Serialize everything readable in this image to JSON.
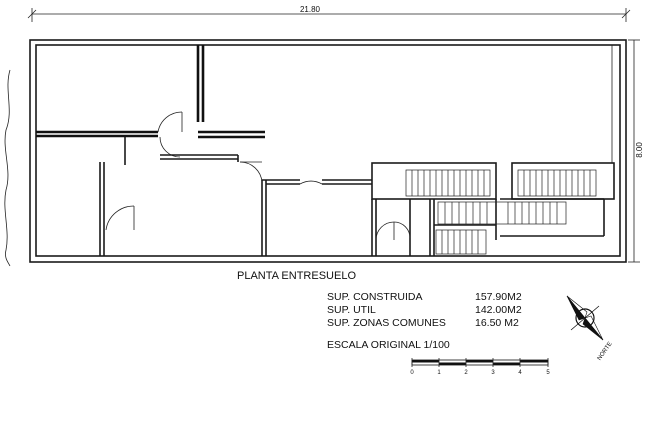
{
  "plan": {
    "width_dimension": "21.80",
    "height_dimension": "8.00",
    "title": "PLANTA ENTRESUELO",
    "areas": [
      {
        "label": "SUP. CONSTRUIDA",
        "value": "157.90M2"
      },
      {
        "label": "SUP. UTIL",
        "value": "142.00M2"
      },
      {
        "label": "SUP. ZONAS COMUNES",
        "value": "16.50 M2"
      }
    ],
    "scale_label": "ESCALA ORIGINAL 1/100",
    "scale_ticks": [
      "0",
      "1",
      "2",
      "3",
      "4",
      "5"
    ],
    "north_label": "NORTE"
  }
}
